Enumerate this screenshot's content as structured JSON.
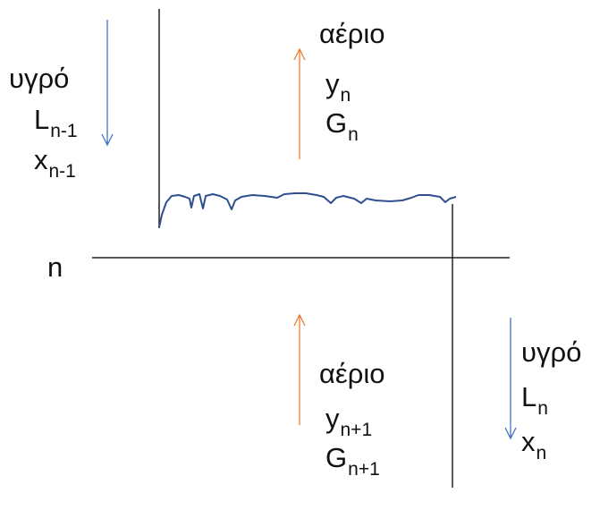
{
  "colors": {
    "liquid_arrow": "#4472c4",
    "gas_arrow": "#ed7d31",
    "wall": "#222222",
    "liquid_surface": "#2f4f8f"
  },
  "stage_label": "n",
  "top_left": {
    "phase": "υγρό",
    "flow_symbol": "L",
    "flow_sub": "n-1",
    "comp_symbol": "x",
    "comp_sub": "n-1"
  },
  "top_right": {
    "phase": "αέριο",
    "comp_symbol": "y",
    "comp_sub": "n",
    "flow_symbol": "G",
    "flow_sub": "n"
  },
  "bottom_middle": {
    "phase": "αέριο",
    "comp_symbol": "y",
    "comp_sub": "n+1",
    "flow_symbol": "G",
    "flow_sub": "n+1"
  },
  "bottom_right": {
    "phase": "υγρό",
    "flow_symbol": "L",
    "flow_sub": "n",
    "comp_symbol": "x",
    "comp_sub": "n"
  }
}
